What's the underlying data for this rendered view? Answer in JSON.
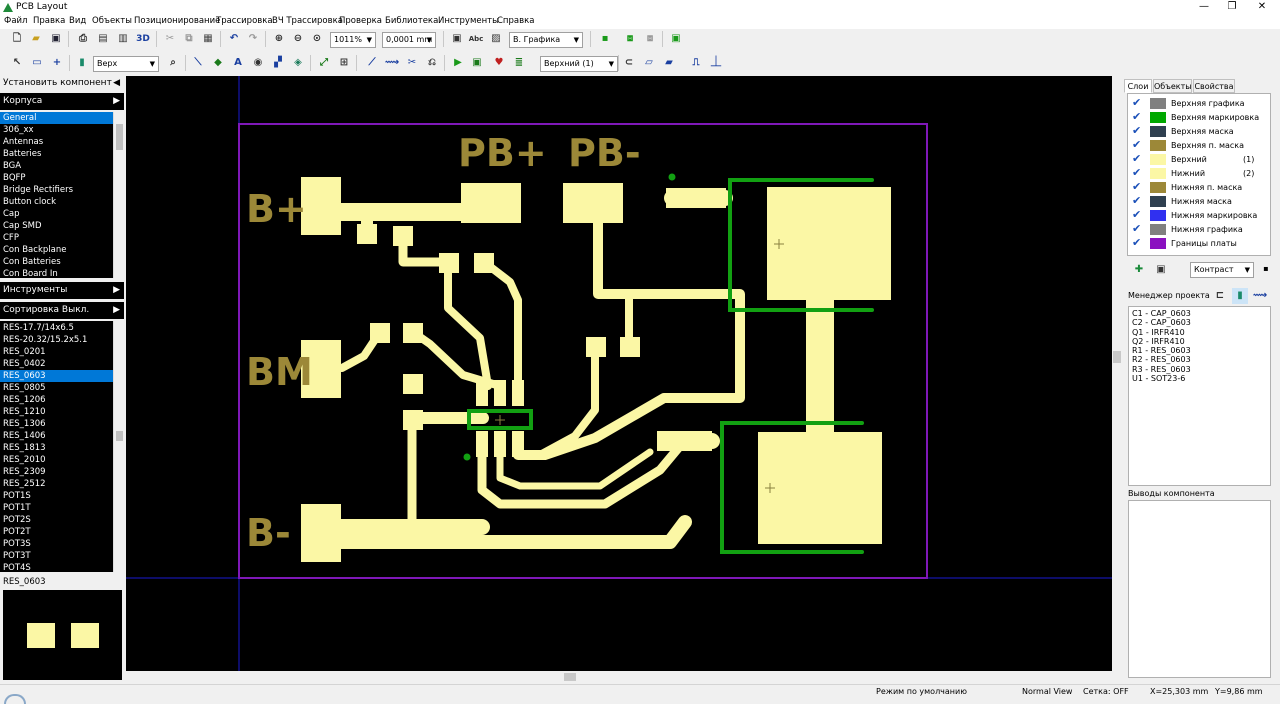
{
  "window": {
    "title": "PCB Layout"
  },
  "menu": [
    "Файл",
    "Правка",
    "Вид",
    "Объекты",
    "Позиционирование",
    "Трассировка",
    "ВЧ Трассировка",
    "Проверка",
    "Библиотека",
    "Инструменты",
    "Справка"
  ],
  "toolbar1": {
    "view3d": "3D",
    "zoom": "1011%",
    "grid": "0,0001 mm",
    "abc": "Abc",
    "layer_mode": "В. Графика"
  },
  "toolbar2": {
    "side": "Верх",
    "layer": "Верхний (1)"
  },
  "left": {
    "install_component": "Установить компонент",
    "packages_header": "Корпуса",
    "packages": [
      "General",
      "306_xx",
      "Antennas",
      "Batteries",
      "BGA",
      "BQFP",
      "Bridge Rectifiers",
      "Button clock",
      "Cap",
      "Cap SMD",
      "CFP",
      "Con Backplane",
      "Con Batteries",
      "Con Board In"
    ],
    "tools_header": "Инструменты",
    "sort_header": "Сортировка Выкл.",
    "components": [
      "RES-17.7/14x6.5",
      "RES-20.32/15.2x5.1",
      "RES_0201",
      "RES_0402",
      "RES_0603",
      "RES_0805",
      "RES_1206",
      "RES_1210",
      "RES_1306",
      "RES_1406",
      "RES_1813",
      "RES_2010",
      "RES_2309",
      "RES_2512",
      "POT1S",
      "POT1T",
      "POT2S",
      "POT2T",
      "POT3S",
      "POT3T",
      "POT4S"
    ],
    "selected_component": "RES_0603",
    "preview_label": "RES_0603"
  },
  "board": {
    "labels": [
      "PB+",
      "PB-",
      "B+",
      "BM",
      "B-"
    ],
    "colors": {
      "copper": "#fbf7a5",
      "silk": "#9c8838",
      "outline": "#7f18b8",
      "graphic": "#12a012",
      "guide": "#1a1ad0"
    }
  },
  "right": {
    "tabs": [
      "Слои",
      "Объекты",
      "Свойства"
    ],
    "layers": [
      {
        "name": "Верхняя графика",
        "num": "",
        "color": "#808080"
      },
      {
        "name": "Верхняя маркировка",
        "num": "",
        "color": "#00a800"
      },
      {
        "name": "Верхняя маска",
        "num": "",
        "color": "#2f4050"
      },
      {
        "name": "Верхняя п. маска",
        "num": "",
        "color": "#9c8838"
      },
      {
        "name": "Верхний",
        "num": "(1)",
        "color": "#fbf7a5"
      },
      {
        "name": "Нижний",
        "num": "(2)",
        "color": "#fbf7a5"
      },
      {
        "name": "Нижняя п. маска",
        "num": "",
        "color": "#9c8838"
      },
      {
        "name": "Нижняя маска",
        "num": "",
        "color": "#2f4050"
      },
      {
        "name": "Нижняя маркировка",
        "num": "",
        "color": "#3030f0"
      },
      {
        "name": "Нижняя графика",
        "num": "",
        "color": "#808080"
      },
      {
        "name": "Границы платы",
        "num": "",
        "color": "#8a10c0"
      }
    ],
    "contrast": "Контраст",
    "project_manager": "Менеджер проекта",
    "components": [
      "C1 - CAP_0603",
      "C2 - CAP_0603",
      "Q1 - IRFR410",
      "Q2 - IRFR410",
      "R1 - RES_0603",
      "R2 - RES_0603",
      "R3 - RES_0603",
      "U1 - SOT23-6"
    ],
    "pins_header": "Выводы компонента"
  },
  "status": {
    "mode": "Режим по умолчанию",
    "view": "Normal View",
    "grid": "Сетка: OFF",
    "x": "X=25,303 mm",
    "y": "Y=9,86 mm"
  }
}
